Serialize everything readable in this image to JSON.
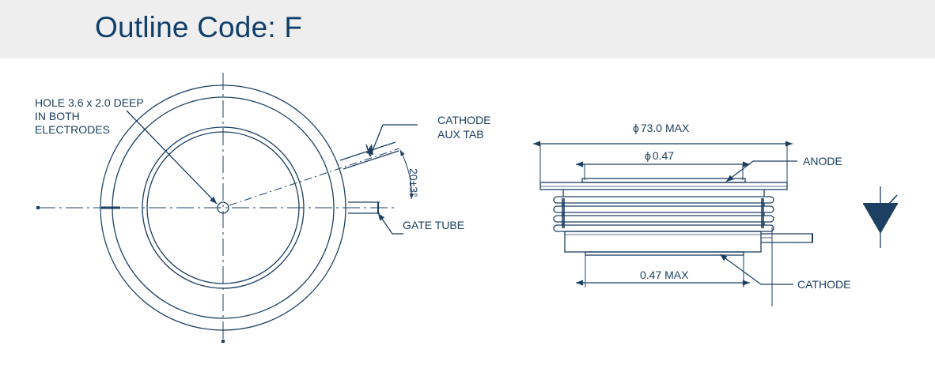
{
  "header": {
    "title": "Outline Code: F"
  },
  "labels": {
    "hole_line1": "HOLE 3.6 x 2.0 DEEP",
    "hole_line2": "IN BOTH",
    "hole_line3": "ELECTRODES",
    "cathode_aux_line1": "CATHODE",
    "cathode_aux_line2": "AUX TAB",
    "gate_tube": "GATE TUBE",
    "angle": "20±3°",
    "anode": "ANODE",
    "cathode": "CATHODE"
  },
  "dimensions": {
    "overall_dia": "73.0 MAX",
    "electrode_dia": "0.47",
    "cathode_width": "0.47 MAX"
  },
  "symbols": {
    "diameter": "ϕ"
  },
  "colors": {
    "title": "#0f3f6a",
    "line": "#1c3f62",
    "header_bg": "#eeeeee"
  }
}
